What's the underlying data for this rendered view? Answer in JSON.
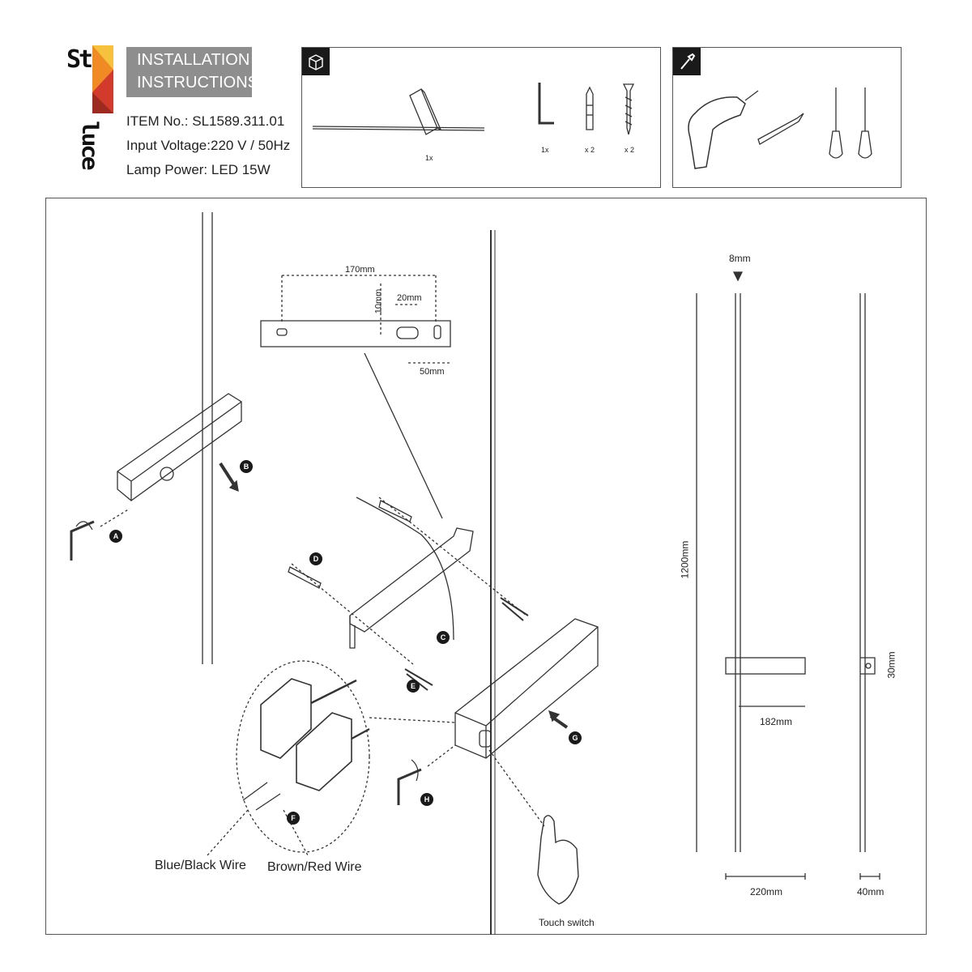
{
  "header": {
    "brand_line1": "St",
    "brand_line2": "luce",
    "title_line1": "INSTALLATION",
    "title_line2": "INSTRUCTIONS",
    "item_label": "ITEM No.:",
    "item_value": "SL1589.311.01",
    "voltage_label": "Input Voltage:",
    "voltage_value": "220 V / 50Hz",
    "power_label": "Lamp Power:",
    "power_value": "LED 15W"
  },
  "package": {
    "lamp_qty": "1x",
    "key_qty": "1x",
    "dowel_qty": "x 2",
    "screw_qty": "x 2"
  },
  "steps": {
    "a": "A",
    "b": "B",
    "c": "C",
    "d": "D",
    "e": "E",
    "f": "F",
    "g": "G",
    "h": "H"
  },
  "bracket_dims": {
    "width": "170mm",
    "slot_width": "20mm",
    "slot_height": "10mm",
    "offset": "50mm"
  },
  "wires": {
    "blue": "Blue/Black Wire",
    "brown": "Brown/Red Wire"
  },
  "touch_label": "Touch switch",
  "product_dims": {
    "depth_top": "8mm",
    "height": "1200mm",
    "base_width": "182mm",
    "total_width": "220mm",
    "side_depth": "40mm",
    "base_height": "30mm"
  },
  "colors": {
    "title_bg": "#8e8e8e",
    "line": "#333333",
    "logo_red": "#d23a2c",
    "logo_orange": "#f08a24",
    "logo_yellow": "#f6c23e"
  }
}
